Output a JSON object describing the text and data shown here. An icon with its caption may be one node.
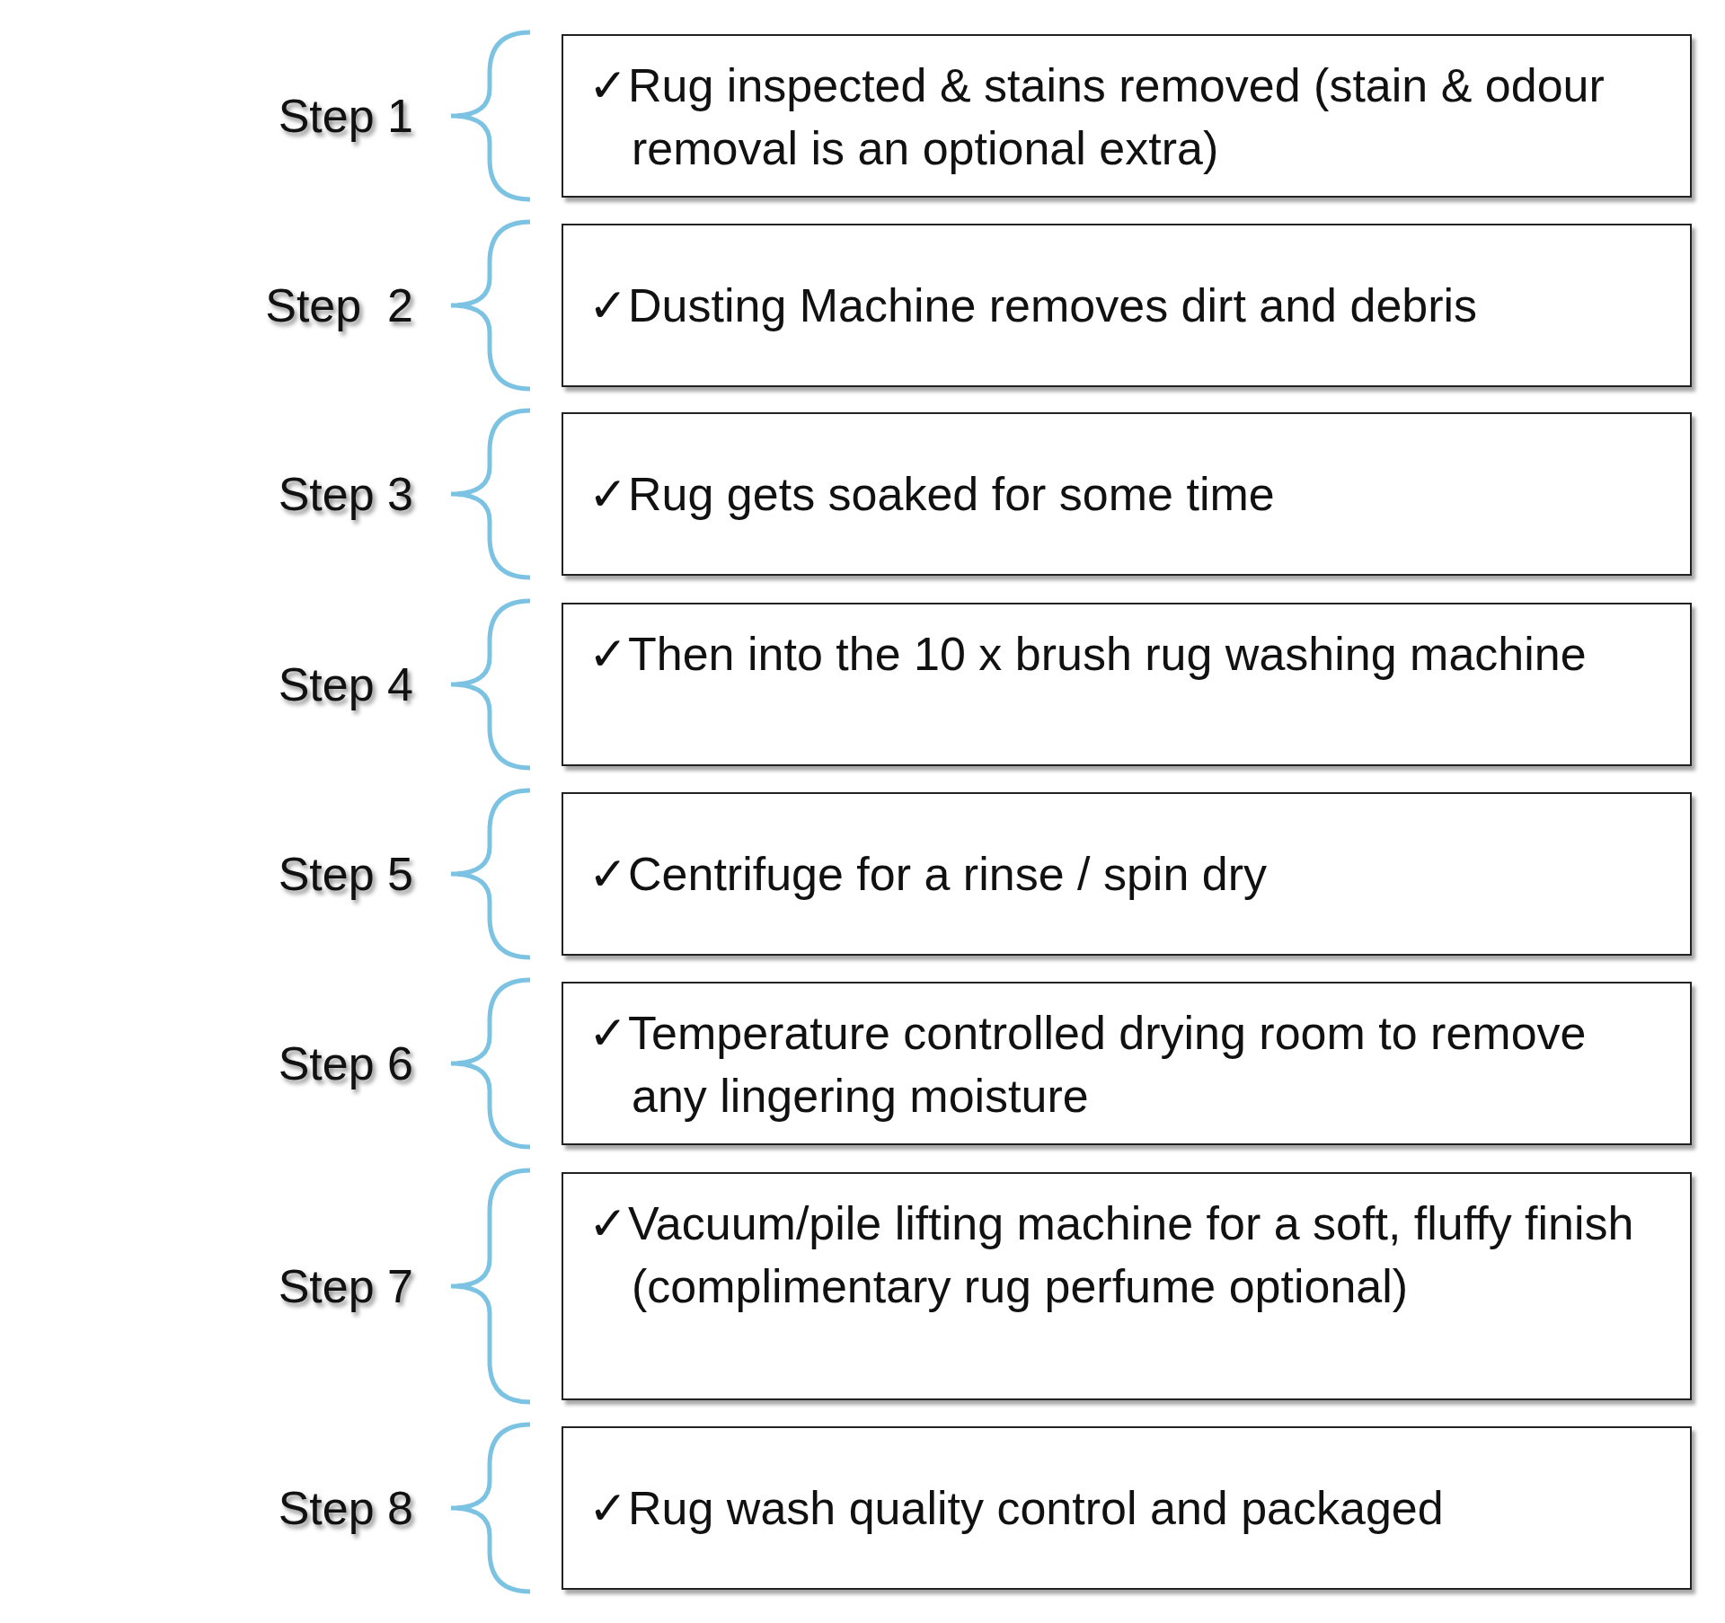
{
  "diagram": {
    "nodes": [
      {
        "text": [
          "✓Rug inspected & stains removed (stain & odour removal is an optional extra)"
        ],
        "beside": [
          "Step 1"
        ]
      },
      {
        "text": [
          "✓Dusting Machine removes dirt and debris"
        ],
        "beside": [
          "Step  2"
        ]
      },
      {
        "text": [
          "✓Rug gets soaked for some time"
        ],
        "beside": [
          "Step 3"
        ]
      },
      {
        "text": [
          "✓Then into the 10 x brush rug washing machine"
        ],
        "beside": [
          "Step 4"
        ]
      },
      {
        "text": [
          "✓Centrifuge for a rinse / spin dry"
        ],
        "beside": [
          "Step 5"
        ]
      },
      {
        "text": [
          "✓Temperature controlled drying room to remove any lingering moisture"
        ],
        "beside": [
          "Step 6"
        ]
      },
      {
        "text": [
          "✓Vacuum/pile lifting machine for a soft, fluffy finish (complimentary rug perfume optional)"
        ],
        "beside": [
          "Step 7"
        ]
      },
      {
        "text": [
          "✓Rug wash quality control and packaged"
        ],
        "beside": [
          "Step 8"
        ]
      }
    ]
  }
}
